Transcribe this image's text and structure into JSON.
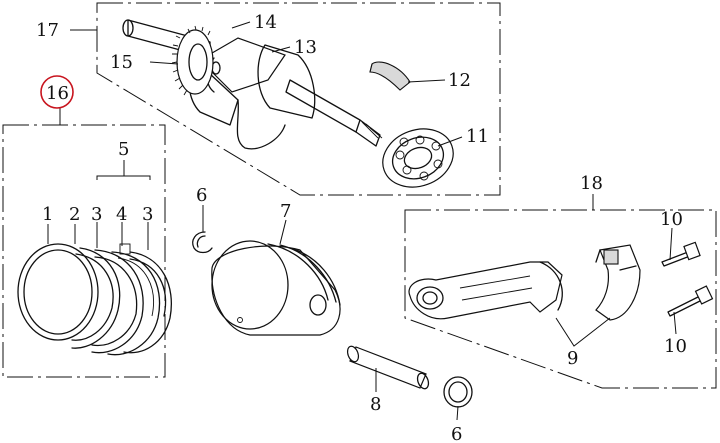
{
  "callouts": {
    "n1": "1",
    "n2": "2",
    "n3a": "3",
    "n4": "4",
    "n3b": "3",
    "n5": "5",
    "n6a": "6",
    "n6b": "6",
    "n7": "7",
    "n8": "8",
    "n9": "9",
    "n10a": "10",
    "n10b": "10",
    "n11": "11",
    "n12": "12",
    "n13": "13",
    "n14": "14",
    "n15": "15",
    "n16": "16",
    "n17": "17",
    "n18": "18"
  },
  "colors": {
    "line": "#111111",
    "highlight_circle": "#c8141e",
    "background": "#ffffff"
  }
}
